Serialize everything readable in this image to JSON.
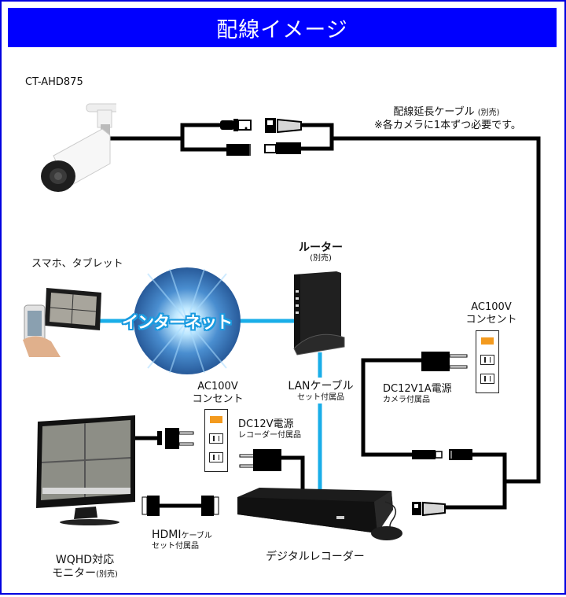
{
  "header": {
    "title": "配線イメージ"
  },
  "colors": {
    "banner": "#0000ff",
    "lan_cable": "#1aaee8",
    "power_cable": "#000000",
    "outlet_switch": "#f39a1e"
  },
  "camera": {
    "model": "CT-AHD875",
    "icon": "bullet-camera-icon"
  },
  "extension_cable": {
    "title": "配線延長ケーブル",
    "title_note": "(別売)",
    "note": "※各カメラに1本ずつ必要です。"
  },
  "mobile": {
    "label": "スマホ、タブレット",
    "icon": "smartphone-tablet-icon"
  },
  "internet": {
    "label": "インターネット",
    "icon": "globe-icon"
  },
  "router": {
    "label": "ルーター",
    "note": "(別売)",
    "icon": "router-icon"
  },
  "lan_cable": {
    "label": "LANケーブル",
    "note": "セット付属品"
  },
  "outlet_camera": {
    "line1": "AC100V",
    "line2": "コンセント"
  },
  "camera_power": {
    "label": "DC12V1A電源",
    "note": "カメラ付属品"
  },
  "outlet_recorder": {
    "line1": "AC100V",
    "line2": "コンセント"
  },
  "recorder_power": {
    "label": "DC12V電源",
    "note": "レコーダー付属品"
  },
  "hdmi_cable": {
    "label": "HDMI",
    "label_suffix": "ケーブル",
    "note": "セット付属品"
  },
  "monitor": {
    "line1": "WQHD対応",
    "line2": "モニター",
    "note": "(別売)",
    "icon": "monitor-icon"
  },
  "recorder": {
    "label": "デジタルレコーダー",
    "icon": "dvr-icon"
  }
}
